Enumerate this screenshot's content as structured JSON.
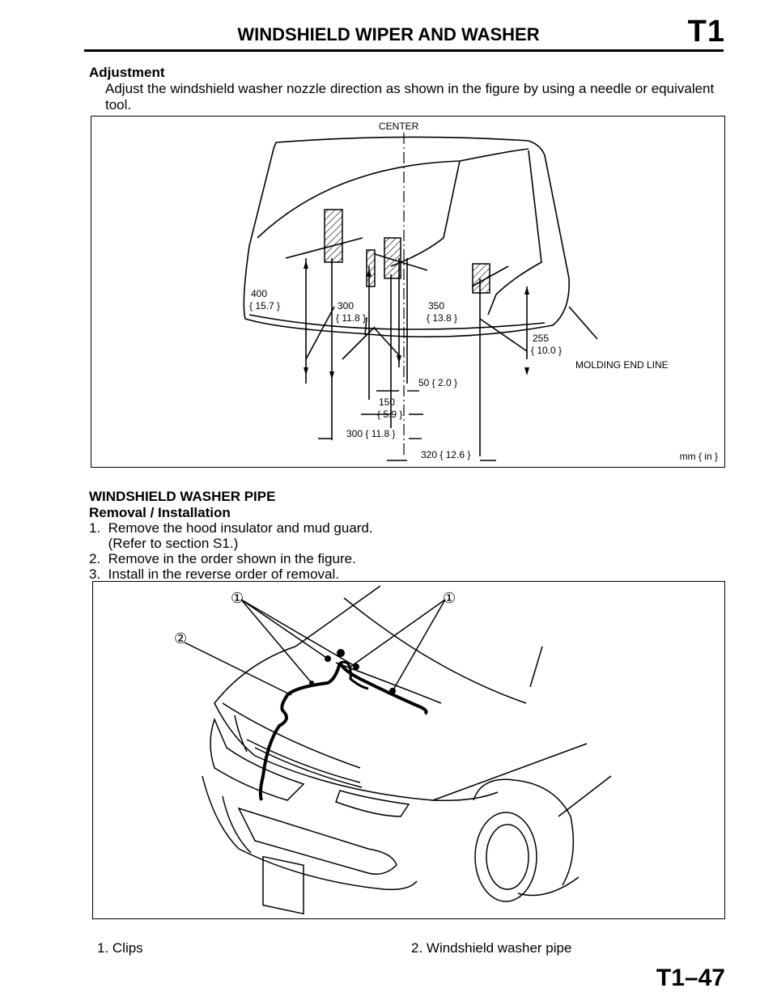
{
  "header": {
    "title": "WINDSHIELD WIPER AND WASHER",
    "section_code": "T1"
  },
  "adjustment": {
    "heading": "Adjustment",
    "text_line1": "Adjust the windshield washer nozzle direction as shown in the figure by using a needle or equivalent",
    "text_line2": "tool."
  },
  "figure1": {
    "center_label": "CENTER",
    "dim_400": "400",
    "dim_400_in": "{ 15.7 }",
    "dim_300a": "300",
    "dim_300a_in": "{ 11.8 }",
    "dim_350": "350",
    "dim_350_in": "{ 13.8 }",
    "dim_255": "255",
    "dim_255_in": "{ 10.0 }",
    "molding_label": "MOLDING END LINE",
    "dim_50": "50 { 2.0 }",
    "dim_150": "150",
    "dim_150_in": "{ 5.9 }",
    "dim_300b": "300 { 11.8 }",
    "dim_320": "320 { 12.6 }",
    "unit_label": "mm { in }"
  },
  "washer_pipe": {
    "heading": "WINDSHIELD WASHER PIPE",
    "subheading": "Removal / Installation",
    "steps": [
      "1.  Remove the hood insulator and mud guard.",
      "     (Refer to section S1.)",
      "2.  Remove in the order shown in the figure.",
      "3.  Install in the reverse order of removal."
    ]
  },
  "figure2": {
    "callout_1": "①",
    "callout_2": "②"
  },
  "legend": {
    "item1": "1.  Clips",
    "item2": "2.  Windshield washer pipe"
  },
  "footer": {
    "page_number": "T1–47"
  }
}
